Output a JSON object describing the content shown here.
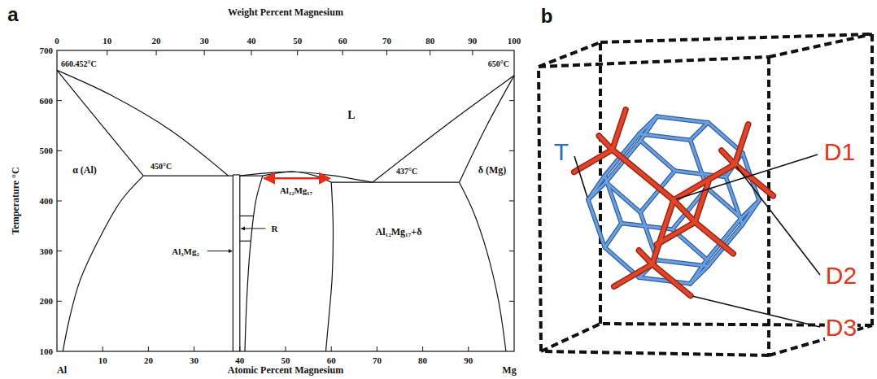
{
  "diagram": {
    "labels": [
      "a",
      "Weight Percent Magnesium",
      "0",
      "10",
      "20",
      "30",
      "40",
      "50",
      "60",
      "70",
      "80",
      "90",
      "100",
      "Temperature °C",
      "700",
      "600",
      "500",
      "400",
      "300",
      "200",
      "100",
      "10",
      "20",
      "30",
      "40",
      "50",
      "60",
      "70",
      "80",
      "90",
      "Al",
      "Atomic Percent Magnesium",
      "Mg",
      "660.452°C",
      "650°C",
      "L",
      "α (Al)",
      "450°C",
      "437°C",
      "δ (Mg)",
      "Al₁₂Mg₁₇",
      "R",
      "Al₁₂Mg₁₇+δ",
      "Al₃Mg₂",
      "b",
      "T",
      "D1",
      "D2",
      "D3"
    ]
  }
}
